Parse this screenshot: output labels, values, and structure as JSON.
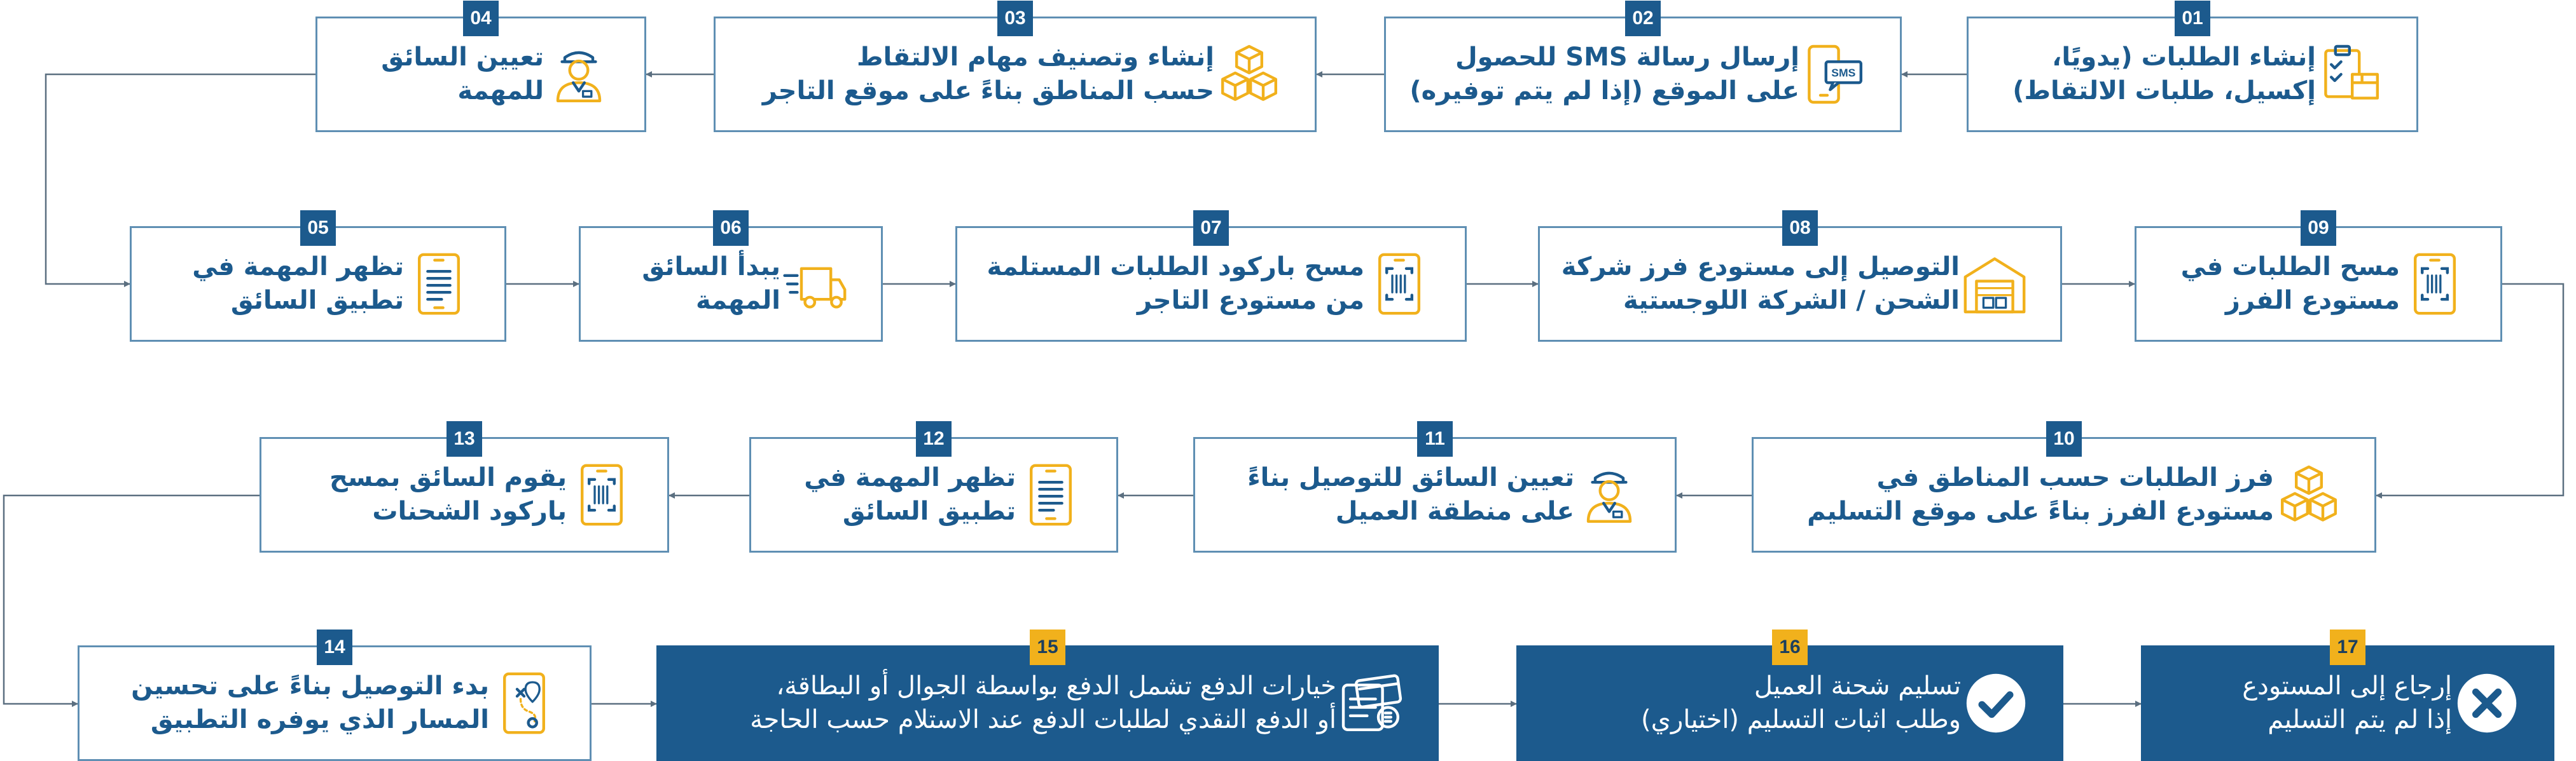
{
  "colors": {
    "brand_blue": "#1c5a8d",
    "accent_yellow": "#f1b11c",
    "border": "#5f8fb3",
    "arrow": "#5b6f80"
  },
  "steps": [
    {
      "number": "01",
      "line1": "إنشاء الطلبات (يدويًا،",
      "line2": "إكسيل، طلبات الالتقاط)",
      "icon": "clipboard-box-icon"
    },
    {
      "number": "02",
      "line1": "إرسال رسالة SMS للحصول",
      "line2": "على الموقع (إذا لم يتم توفيره)",
      "icon": "sms-phone-icon"
    },
    {
      "number": "03",
      "line1": "إنشاء وتصنيف مهام الالتقاط",
      "line2": "حسب المناطق بناءً على موقع التاجر",
      "icon": "boxes-icon"
    },
    {
      "number": "04",
      "line1": "تعيين السائق",
      "line2": "للمهمة",
      "icon": "driver-icon"
    },
    {
      "number": "05",
      "line1": "تظهر المهمة في",
      "line2": "تطبيق السائق",
      "icon": "tablet-list-icon"
    },
    {
      "number": "06",
      "line1": "يبدأ السائق",
      "line2": "المهمة",
      "icon": "truck-icon"
    },
    {
      "number": "07",
      "line1": "مسح باركود الطلبات المستلمة",
      "line2": "من مستودع التاجر",
      "icon": "barcode-scan-icon"
    },
    {
      "number": "08",
      "line1": "التوصيل إلى مستودع فرز شركة",
      "line2": "الشحن / الشركة اللوجستية",
      "icon": "warehouse-icon"
    },
    {
      "number": "09",
      "line1": "مسح الطلبات في",
      "line2": "مستودع الفرز",
      "icon": "barcode-scan-icon"
    },
    {
      "number": "10",
      "line1": "فرز الطلبات حسب المناطق في",
      "line2": "مستودع الفرز بناءً على موقع التسليم",
      "icon": "boxes-icon"
    },
    {
      "number": "11",
      "line1": "تعيين السائق للتوصيل بناءً",
      "line2": "على منطقة العميل",
      "icon": "driver-icon"
    },
    {
      "number": "12",
      "line1": "تظهر المهمة في",
      "line2": "تطبيق السائق",
      "icon": "tablet-list-icon"
    },
    {
      "number": "13",
      "line1": "يقوم السائق بمسح",
      "line2": "باركود الشحنات",
      "icon": "barcode-scan-icon"
    },
    {
      "number": "14",
      "line1": "بدء التوصيل بناءً على تحسين",
      "line2": "المسار الذي يوفره التطبيق",
      "icon": "route-map-icon"
    },
    {
      "number": "15",
      "line1": "خيارات الدفع تشمل الدفع بواسطة الجوال أو البطاقة،",
      "line2": "أو الدفع النقدي لطلبات الدفع عند الاستلام حسب الحاجة",
      "icon": "payment-cards-icon"
    },
    {
      "number": "16",
      "line1": "تسليم شحنة العميل",
      "line2": "وطلب اثبات التسليم (اختياري)",
      "icon": "check-circle-icon"
    },
    {
      "number": "17",
      "line1": "إرجاع إلى المستودع",
      "line2": "إذا لم يتم التسليم",
      "icon": "cross-circle-icon"
    }
  ]
}
